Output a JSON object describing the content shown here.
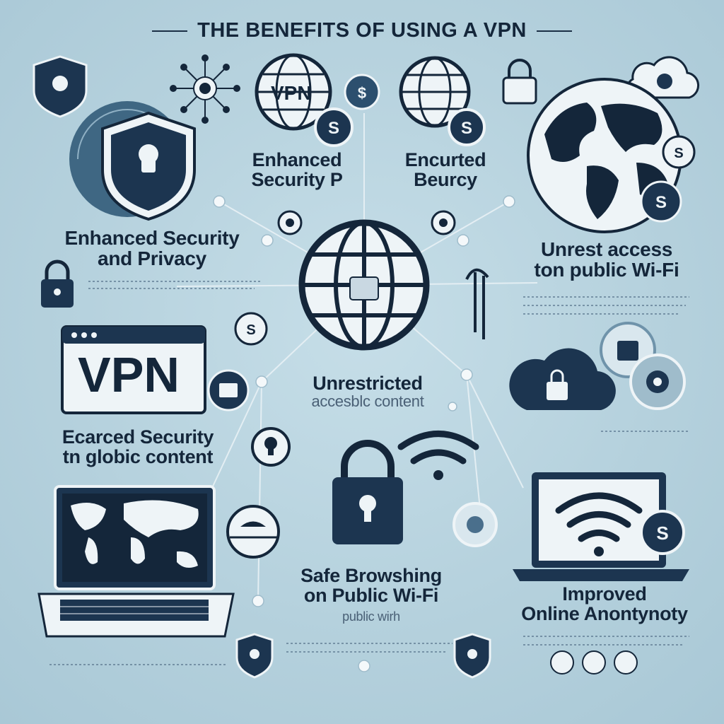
{
  "title": "THE BENEFITS OF USING A VPN",
  "labels": {
    "enhanced_security_top": [
      "Enhanced",
      "Security P"
    ],
    "encurted_security": [
      "Encurted",
      "Beurcy"
    ],
    "enhanced_security_privacy": [
      "Enhanced Security",
      "and Privacy"
    ],
    "unrest_access": [
      "Unrest access",
      "ton public Wi-Fi"
    ],
    "unrestricted_content": [
      "Unrestricted",
      "accesblc content"
    ],
    "ecarced_security": [
      "Ecarced Security",
      "tn globic content"
    ],
    "safe_browsing": [
      "Safe Browshing",
      "on Public Wi-Fi",
      "public wirh"
    ],
    "improved_anonymity": [
      "Improved",
      "Online Anontynoty"
    ]
  },
  "badges": {
    "vpn_globe": "VPN",
    "vpn_window": "VPN"
  },
  "icons": [
    "shield-icon",
    "globe-icon",
    "lock-icon",
    "wifi-icon",
    "laptop-icon",
    "cloud-icon",
    "browser-window-icon",
    "dollar-coin-icon",
    "world-map-icon",
    "node-network-icon"
  ],
  "colors": {
    "background": "#b7d3df",
    "navy": "#14263a",
    "mid_blue": "#4a6f8c",
    "light": "#eef4f7"
  }
}
